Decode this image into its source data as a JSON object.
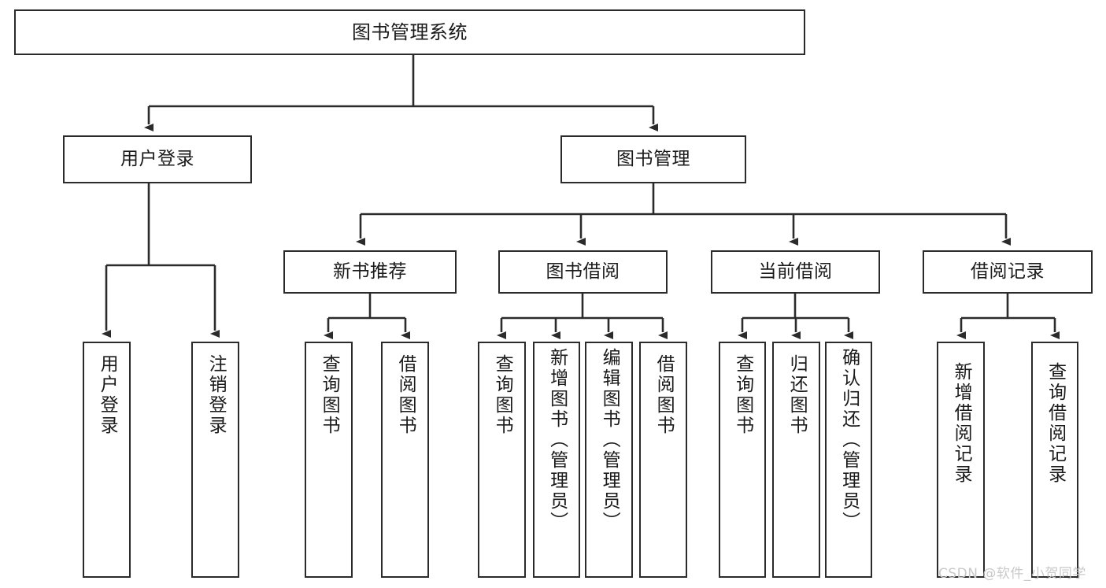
{
  "diagram": {
    "title": "图书管理系统",
    "watermark": "CSDN @软件_小贺同学",
    "line_color": "#2b2b2b",
    "box_fill": "#ffffff",
    "text_color": "#1a1a1a",
    "watermark_color": "#c9c9c9",
    "nodes": {
      "root": {
        "label": "图书管理系统"
      },
      "level2": [
        {
          "id": "user-login",
          "label": "用户登录"
        },
        {
          "id": "book-manage",
          "label": "图书管理"
        }
      ],
      "level3": [
        {
          "id": "new-book-recommend",
          "label": "新书推荐"
        },
        {
          "id": "book-borrow",
          "label": "图书借阅"
        },
        {
          "id": "current-borrow",
          "label": "当前借阅"
        },
        {
          "id": "borrow-record",
          "label": "借阅记录"
        }
      ],
      "leaves": {
        "user-login": [
          {
            "id": "leaf-user-login",
            "label": "用户登录"
          },
          {
            "id": "leaf-logout-login",
            "label": "注销登录"
          }
        ],
        "new-book-recommend": [
          {
            "id": "leaf-query-book-1",
            "label": "查询图书"
          },
          {
            "id": "leaf-borrow-book-1",
            "label": "借阅图书"
          }
        ],
        "book-borrow": [
          {
            "id": "leaf-query-book-2",
            "label": "查询图书"
          },
          {
            "id": "leaf-add-book",
            "label": "新增图书（管理员）"
          },
          {
            "id": "leaf-edit-book",
            "label": "编辑图书（管理员）"
          },
          {
            "id": "leaf-borrow-book-2",
            "label": "借阅图书"
          }
        ],
        "current-borrow": [
          {
            "id": "leaf-query-book-3",
            "label": "查询图书"
          },
          {
            "id": "leaf-return-book",
            "label": "归还图书"
          },
          {
            "id": "leaf-confirm-return",
            "label": "确认归还（管理员）"
          }
        ],
        "borrow-record": [
          {
            "id": "leaf-add-borrow-record",
            "label": "新增借阅记录"
          },
          {
            "id": "leaf-query-borrow-record",
            "label": "查询借阅记录"
          }
        ]
      }
    }
  }
}
